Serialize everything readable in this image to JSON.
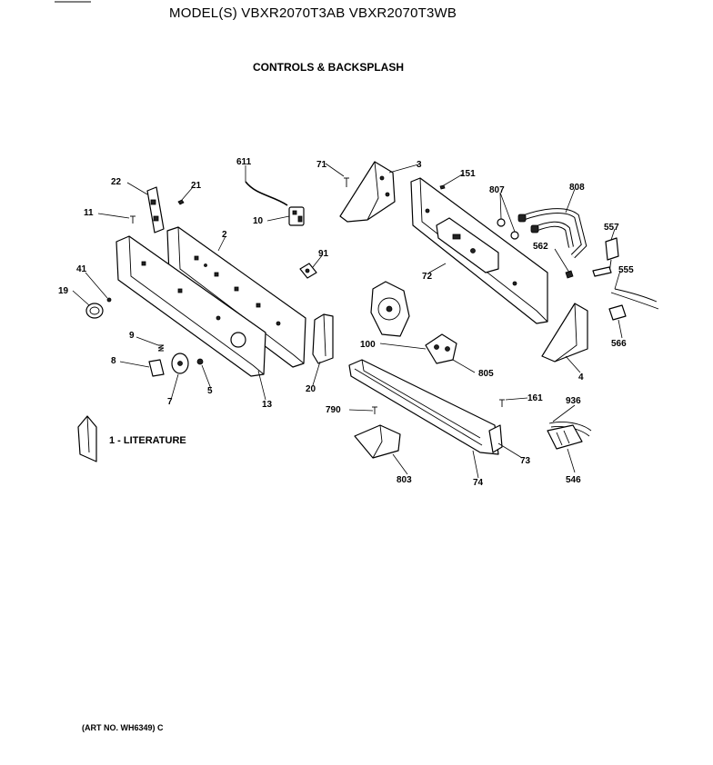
{
  "header": {
    "model_line": "MODEL(S) VBXR2070T3AB  VBXR2070T3WB",
    "section_title": "CONTROLS & BACKSPLASH"
  },
  "parts": {
    "p611": "611",
    "p71": "71",
    "p3": "3",
    "p151": "151",
    "p807": "807",
    "p808": "808",
    "p22": "22",
    "p21": "21",
    "p11": "11",
    "p10": "10",
    "p2": "2",
    "p557": "557",
    "p562": "562",
    "p91": "91",
    "p555": "555",
    "p41": "41",
    "p19": "19",
    "p72": "72",
    "p566": "566",
    "p100": "100",
    "p9": "9",
    "p8": "8",
    "p7": "7",
    "p5": "5",
    "p13": "13",
    "p20": "20",
    "p805": "805",
    "p4": "4",
    "p790": "790",
    "p161": "161",
    "p936": "936",
    "p73": "73",
    "p803": "803",
    "p74": "74",
    "p546": "546"
  },
  "literature_label": "1 - LITERATURE",
  "footer": {
    "art_number": "(ART NO. WH6349) C"
  }
}
